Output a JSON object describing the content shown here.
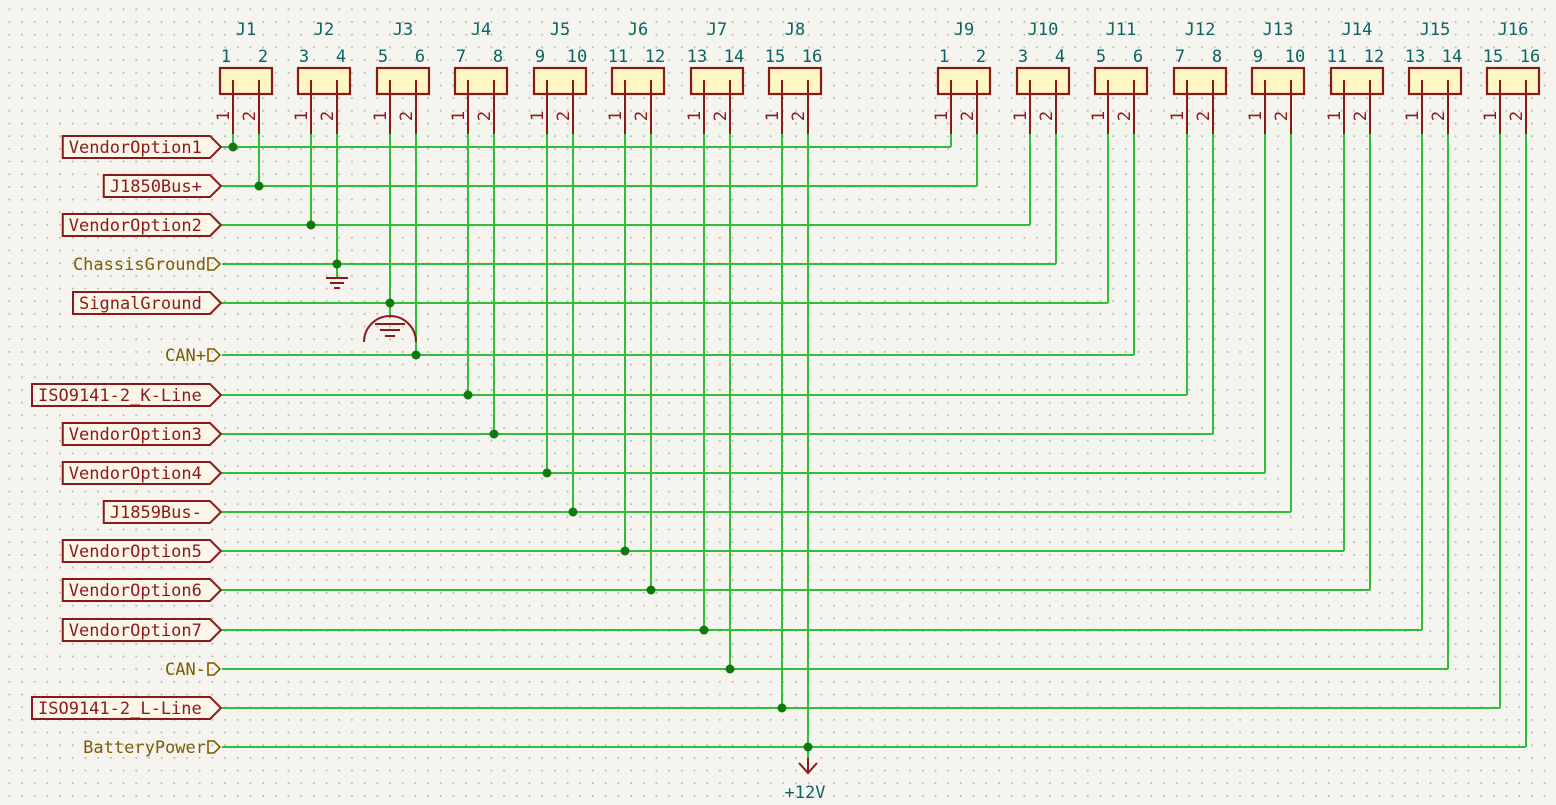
{
  "colors": {
    "wire": "#2fbf3a",
    "junction": "#0e7a0e",
    "label": "#8a1a1a",
    "label_fill": "#fbf6e9",
    "port_text": "#7d5c00",
    "ref": "#0a6464",
    "body_fill": "#fff7c4",
    "power": "#8a1a1a"
  },
  "connectors": [
    {
      "ref": "J1",
      "left": "1",
      "right": "2"
    },
    {
      "ref": "J2",
      "left": "3",
      "right": "4"
    },
    {
      "ref": "J3",
      "left": "5",
      "right": "6"
    },
    {
      "ref": "J4",
      "left": "7",
      "right": "8"
    },
    {
      "ref": "J5",
      "left": "9",
      "right": "10"
    },
    {
      "ref": "J6",
      "left": "11",
      "right": "12"
    },
    {
      "ref": "J7",
      "left": "13",
      "right": "14"
    },
    {
      "ref": "J8",
      "left": "15",
      "right": "16"
    },
    {
      "ref": "J9",
      "left": "1",
      "right": "2"
    },
    {
      "ref": "J10",
      "left": "3",
      "right": "4"
    },
    {
      "ref": "J11",
      "left": "5",
      "right": "6"
    },
    {
      "ref": "J12",
      "left": "7",
      "right": "8"
    },
    {
      "ref": "J13",
      "left": "9",
      "right": "10"
    },
    {
      "ref": "J14",
      "left": "11",
      "right": "12"
    },
    {
      "ref": "J15",
      "left": "13",
      "right": "14"
    },
    {
      "ref": "J16",
      "left": "15",
      "right": "16"
    }
  ],
  "pin_numbers": [
    "1",
    "2"
  ],
  "signals": [
    {
      "name": "VendorOption1",
      "kind": "global"
    },
    {
      "name": "J1850Bus+",
      "kind": "global"
    },
    {
      "name": "VendorOption2",
      "kind": "global"
    },
    {
      "name": "ChassisGround",
      "kind": "port"
    },
    {
      "name": "SignalGround",
      "kind": "global"
    },
    {
      "name": "CAN+",
      "kind": "port"
    },
    {
      "name": "ISO9141-2_K-Line",
      "kind": "global"
    },
    {
      "name": "VendorOption3",
      "kind": "global"
    },
    {
      "name": "VendorOption4",
      "kind": "global"
    },
    {
      "name": "J1859Bus-",
      "kind": "global"
    },
    {
      "name": "VendorOption5",
      "kind": "global"
    },
    {
      "name": "VendorOption6",
      "kind": "global"
    },
    {
      "name": "VendorOption7",
      "kind": "global"
    },
    {
      "name": "CAN-",
      "kind": "port"
    },
    {
      "name": "ISO9141-2_L-Line",
      "kind": "global"
    },
    {
      "name": "BatteryPower",
      "kind": "port"
    }
  ],
  "power_symbol": {
    "label": "+12V",
    "icon": "power-arrow-icon"
  },
  "ground_symbols": [
    {
      "icon": "chassis-ground-icon",
      "net": "ChassisGround"
    },
    {
      "icon": "earth-ground-icon",
      "net": "SignalGround"
    }
  ]
}
